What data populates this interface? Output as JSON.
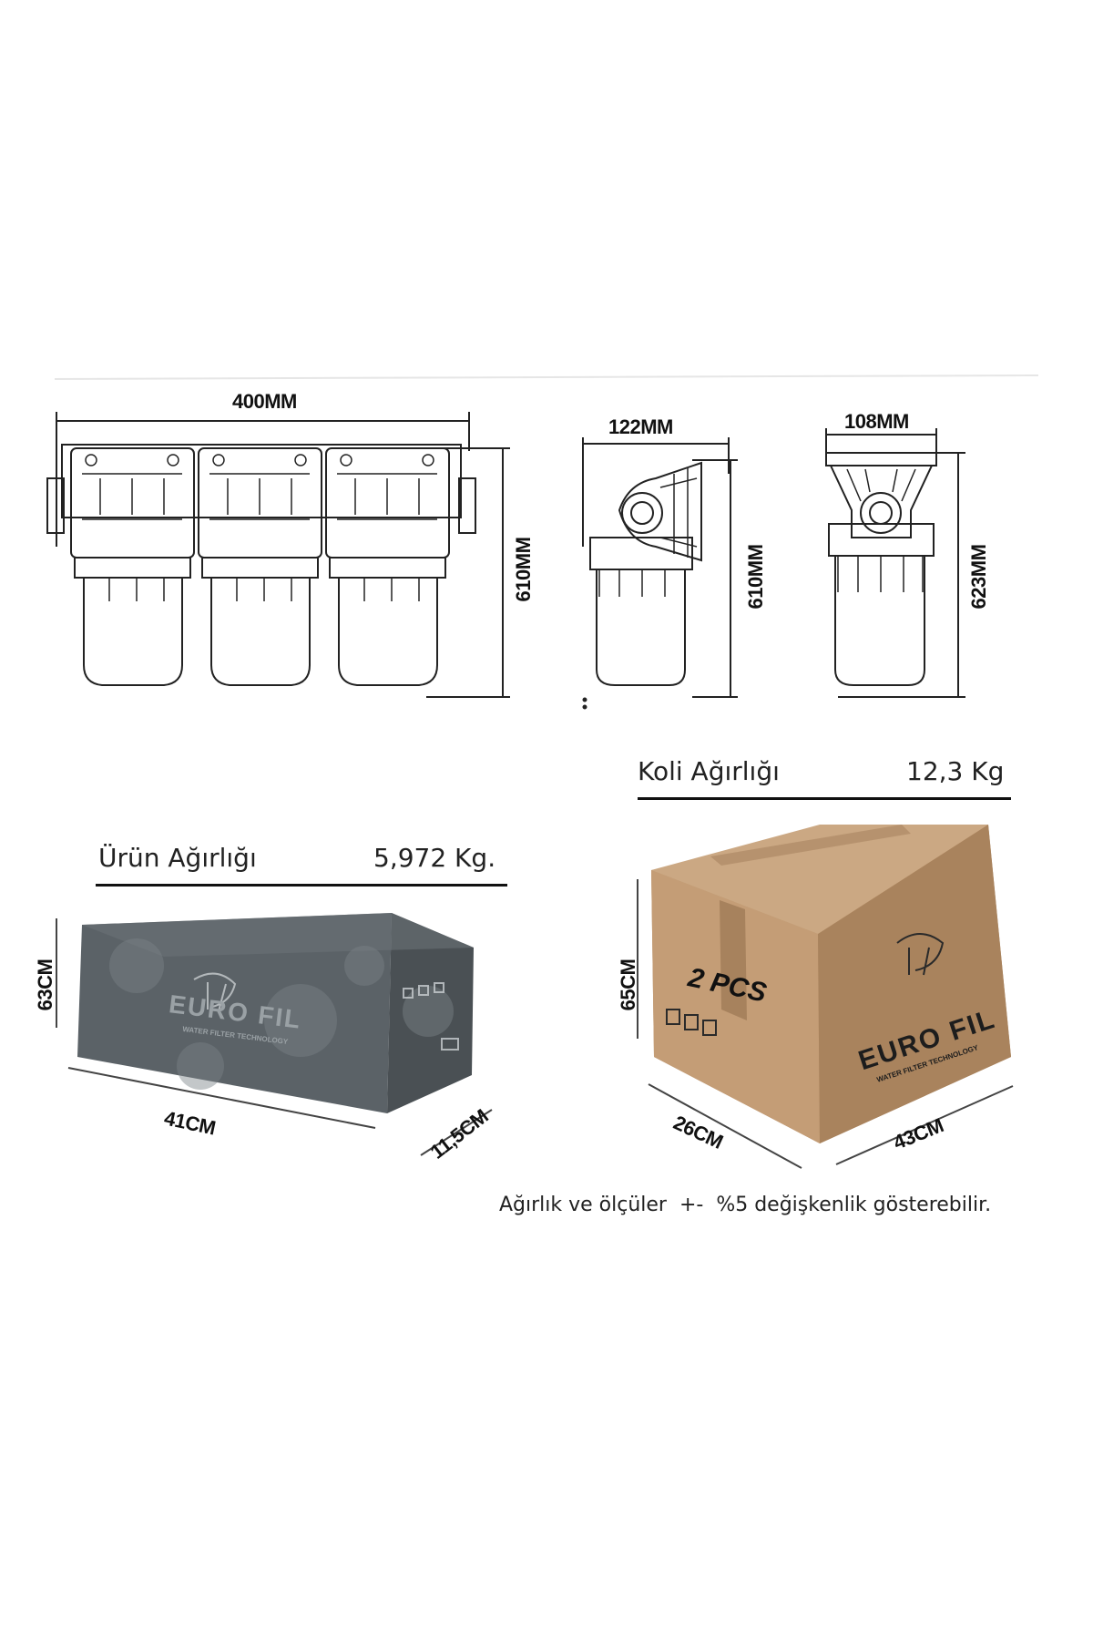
{
  "dimensions": {
    "front_width": "400MM",
    "front_height": "610MM",
    "side1_width": "122MM",
    "side1_height": "610MM",
    "side2_width": "108MM",
    "side2_height": "623MM"
  },
  "product": {
    "weight_label": "Ürün Ağırlığı",
    "weight_value": "5,972 Kg.",
    "height": "63CM",
    "length": "41CM",
    "depth": "11,5CM",
    "brand": "EURO FIL",
    "brand_sub": "WATER FILTER TECHNOLOGY"
  },
  "carton": {
    "weight_label": "Koli Ağırlığı",
    "weight_value": "12,3 Kg",
    "height": "65CM",
    "depth": "26CM",
    "width": "43CM",
    "count": "2 PCS",
    "brand": "EURO FIL",
    "brand_sub": "WATER FILTER TECHNOLOGY"
  },
  "note": "Ağırlık ve ölçüler  +-  %5 değişkenlik gösterebilir.",
  "colors": {
    "carton": "#b8916a",
    "carton_dark": "#8f6b48",
    "product_box": "#5a6166",
    "line": "#111111"
  }
}
